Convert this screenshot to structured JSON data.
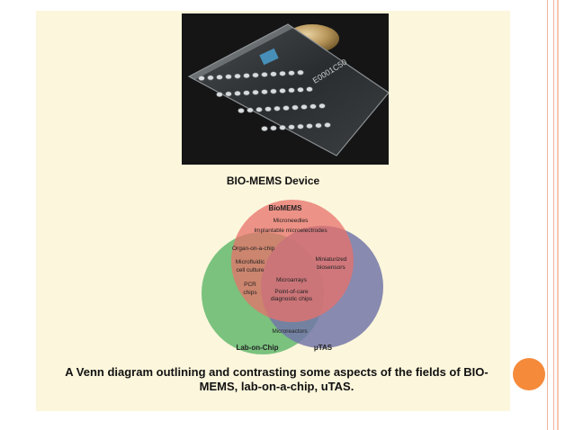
{
  "slide": {
    "photo_caption": "BIO-MEMS Device",
    "figure_caption": "A Venn diagram outlining and contrasting some aspects of the fields of BIO-MEMS, lab-on-a-chip, uTAS."
  },
  "photo": {
    "chip_text": "E0001C50"
  },
  "venn": {
    "circles": [
      {
        "name": "BioMEMS",
        "color": "#e8706a"
      },
      {
        "name": "Lab-on-Chip",
        "color": "#6bbd73"
      },
      {
        "name": "μTAS",
        "color": "#7377a8"
      }
    ],
    "items": {
      "microneedles": "Microneedles",
      "implantable": "Implantable microelectrodes",
      "organ_on_chip": "Organ-on-a-chip",
      "microfluidic_1": "Microfluidic",
      "microfluidic_2": "cell culture",
      "pcr_1": "PCR",
      "pcr_2": "chips",
      "miniaturized_1": "Miniaturized",
      "miniaturized_2": "biosensors",
      "microarrays": "Microarrays",
      "poc_1": "Point-of-care",
      "poc_2": "diagnostic chips",
      "microreactors": "Microreactors"
    }
  },
  "colors": {
    "panel": "#fcf6dc",
    "accent_orb": "#f58a3a",
    "side_rules": "#f2b59a"
  }
}
